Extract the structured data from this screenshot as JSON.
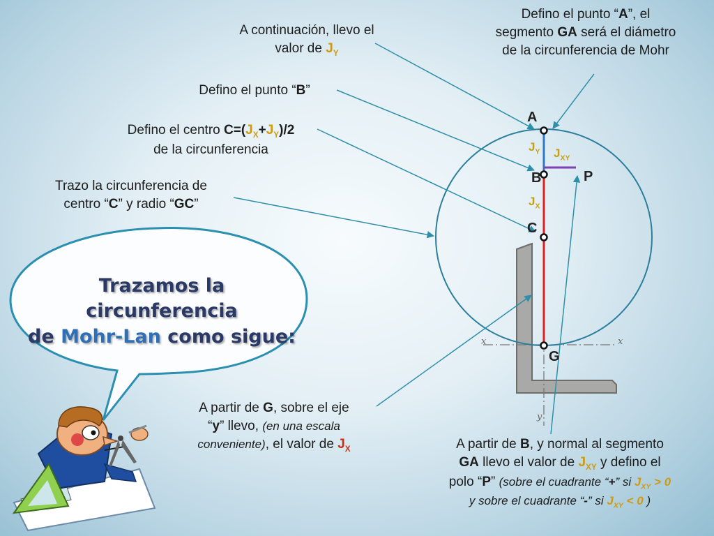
{
  "texts": {
    "t1_line1": "A continuación, llevo el",
    "t1_line2_pre": "valor de ",
    "t1_j": "J",
    "t1_jsub": "Y",
    "t2_pre": "Defino el punto “",
    "t2_A": "A",
    "t2_post": "”, el",
    "t2_line2_pre": "segmento ",
    "t2_GA": "GA",
    "t2_line2_post": " será el diámetro",
    "t2_line3": "de la circunferencia de Mohr",
    "t3_pre": "Defino el punto “",
    "t3_B": "B",
    "t3_post": "”",
    "t4_pre": "Defino el centro ",
    "t4_formula_a": "C=(",
    "t4_jx": "J",
    "t4_jxsub": "X",
    "t4_plus": "+",
    "t4_jy": "J",
    "t4_jysub": "Y",
    "t4_formula_b": ")/2",
    "t4_line2": "de la circunferencia",
    "t5_line1": "Trazo la circunferencia de",
    "t5_line2_pre": "centro “",
    "t5_C": "C",
    "t5_mid": "” y radio “",
    "t5_GC": "GC",
    "t5_post": "”",
    "bubble_l1": "Trazamos la circunferencia",
    "bubble_de": "de ",
    "bubble_mohr": "Mohr-Lan",
    "bubble_rest": " como sigue:",
    "t6_pre": "A partir de ",
    "t6_G": "G",
    "t6_post": ", sobre el eje",
    "t6_q1": "“",
    "t6_y": "y",
    "t6_q2": "” llevo, ",
    "t6_it1": "(en una escala",
    "t6_it2": "conveniente)",
    "t6_val": ", el valor de ",
    "t6_j": "J",
    "t6_jsub": "X",
    "t7_pre": "A partir de ",
    "t7_B": "B",
    "t7_post": ", y normal al segmento",
    "t7_GA": "GA",
    "t7_mid": " llevo el valor de ",
    "t7_j": "J",
    "t7_jsub": "XY",
    "t7_end": " y defino el",
    "t7_l3a": "polo “",
    "t7_P": "P",
    "t7_l3b": "” ",
    "t7_it_a": "(sobre el cuadrante “",
    "t7_plus": "+",
    "t7_it_b": "” si ",
    "t7_j2": "J",
    "t7_j2sub": "XY",
    "t7_gt": " > 0",
    "t7_l4a": "y sobre el cuadrante “",
    "t7_minus": "-",
    "t7_l4b": "” si ",
    "t7_j3": "J",
    "t7_j3sub": "XY",
    "t7_lt": " < 0",
    "t7_close": " )"
  },
  "diagram": {
    "A": "A",
    "B": "B",
    "C": "C",
    "G": "G",
    "P": "P",
    "jy": "J",
    "jy_sub": "Y",
    "jxy": "J",
    "jxy_sub": "XY",
    "jx": "J",
    "jx_sub": "X",
    "axis_x_left": "x",
    "axis_x_right": "x",
    "axis_y": "y"
  },
  "colors": {
    "jx_segment": "#e02020",
    "jy_segment": "#2e78c8",
    "jxy_segment": "#8040b0",
    "annotation": "#c9a010",
    "arrow": "#2e8fa8",
    "bubble_title": "#2a3966"
  }
}
